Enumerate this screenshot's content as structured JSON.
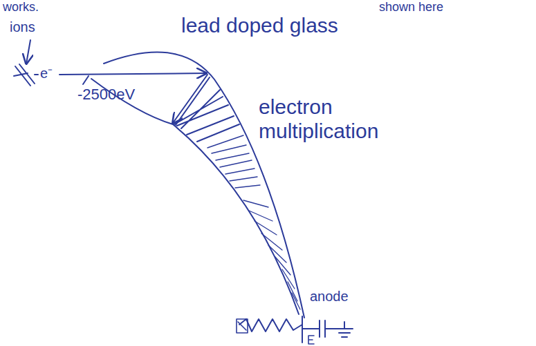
{
  "diagram": {
    "labels": [
      "works.",
      "shown here",
      "ions",
      "e⁻",
      "lead doped glass",
      "-2500eV",
      "electron multiplication",
      "anode"
    ]
  }
}
